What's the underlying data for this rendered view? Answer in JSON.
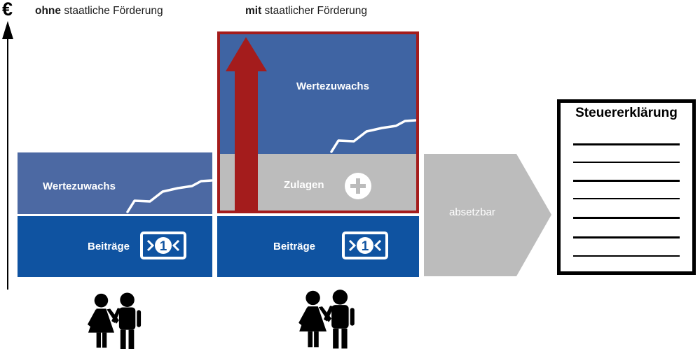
{
  "axis": {
    "currency_symbol": "€"
  },
  "headers": {
    "without": {
      "emphasis": "ohne",
      "rest": " staatliche Förderung"
    },
    "with": {
      "emphasis": "mit",
      "rest": " staatlicher Förderung"
    }
  },
  "left_bar": {
    "growth_label": "Wertezuwachs",
    "contributions_label": "Beiträge"
  },
  "right_bar": {
    "growth_label": "Wertezuwachs",
    "bonus_label": "Zulagen",
    "contributions_label": "Beiträge"
  },
  "banknote": {
    "value": "1"
  },
  "flow_arrow": {
    "label": "absetzbar"
  },
  "document": {
    "title": "Steuererklärung",
    "line_count": 7
  },
  "colors": {
    "growth_blue_left": "#4c69a3",
    "growth_blue_right": "#3f64a3",
    "contribution_blue": "#0f53a1",
    "subsidy_gray": "#bcbcbc",
    "highlight_red": "#a41c1c",
    "text_black": "#1a1a1a",
    "line_white": "#ffffff"
  }
}
